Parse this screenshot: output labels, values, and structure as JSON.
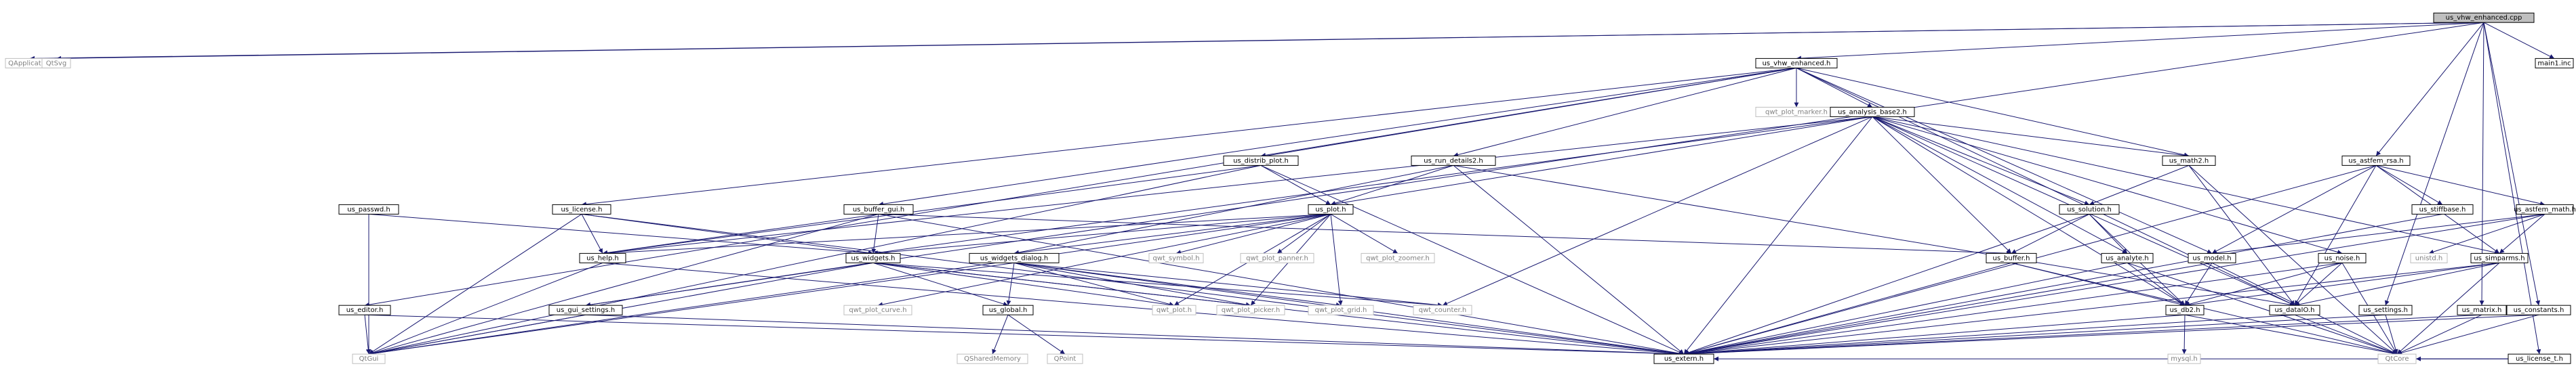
{
  "diagram": {
    "type": "include-dependency-graph",
    "root": "us_vhw_enhanced.cpp",
    "nodes": [
      {
        "id": "root",
        "label": "us_vhw_enhanced.cpp",
        "kind": "root"
      },
      {
        "id": "qapp",
        "label": "QApplication",
        "kind": "ext"
      },
      {
        "id": "qtsvg",
        "label": "QtSvg",
        "kind": "ext"
      },
      {
        "id": "enh_h",
        "label": "us_vhw_enhanced.h",
        "kind": "doc"
      },
      {
        "id": "astfem_rsa",
        "label": "us_astfem_rsa.h",
        "kind": "doc"
      },
      {
        "id": "main1",
        "label": "main1.inc",
        "kind": "doc"
      },
      {
        "id": "marker",
        "label": "qwt_plot_marker.h",
        "kind": "ext"
      },
      {
        "id": "analysis",
        "label": "us_analysis_base2.h",
        "kind": "doc"
      },
      {
        "id": "distrib",
        "label": "us_distrib_plot.h",
        "kind": "doc"
      },
      {
        "id": "rundet",
        "label": "us_run_details2.h",
        "kind": "doc"
      },
      {
        "id": "math2",
        "label": "us_math2.h",
        "kind": "doc"
      },
      {
        "id": "passwd",
        "label": "us_passwd.h",
        "kind": "doc"
      },
      {
        "id": "license",
        "label": "us_license.h",
        "kind": "doc"
      },
      {
        "id": "bufgui",
        "label": "us_buffer_gui.h",
        "kind": "doc"
      },
      {
        "id": "plot",
        "label": "us_plot.h",
        "kind": "doc"
      },
      {
        "id": "solution",
        "label": "us_solution.h",
        "kind": "doc"
      },
      {
        "id": "stiff",
        "label": "us_stiffbase.h",
        "kind": "doc"
      },
      {
        "id": "astmath",
        "label": "us_astfem_math.h",
        "kind": "doc"
      },
      {
        "id": "help",
        "label": "us_help.h",
        "kind": "doc"
      },
      {
        "id": "widgets",
        "label": "us_widgets.h",
        "kind": "doc"
      },
      {
        "id": "wdialog",
        "label": "us_widgets_dialog.h",
        "kind": "doc"
      },
      {
        "id": "symbol",
        "label": "qwt_symbol.h",
        "kind": "ext"
      },
      {
        "id": "panner",
        "label": "qwt_plot_panner.h",
        "kind": "ext"
      },
      {
        "id": "zoomer",
        "label": "qwt_plot_zoomer.h",
        "kind": "ext"
      },
      {
        "id": "buffer",
        "label": "us_buffer.h",
        "kind": "doc"
      },
      {
        "id": "analyte",
        "label": "us_analyte.h",
        "kind": "doc"
      },
      {
        "id": "model",
        "label": "us_model.h",
        "kind": "doc"
      },
      {
        "id": "noise",
        "label": "us_noise.h",
        "kind": "doc"
      },
      {
        "id": "unistd",
        "label": "unistd.h",
        "kind": "ext"
      },
      {
        "id": "simparms",
        "label": "us_simparms.h",
        "kind": "doc"
      },
      {
        "id": "editor",
        "label": "us_editor.h",
        "kind": "doc"
      },
      {
        "id": "guiset",
        "label": "us_gui_settings.h",
        "kind": "doc"
      },
      {
        "id": "curve",
        "label": "qwt_plot_curve.h",
        "kind": "ext"
      },
      {
        "id": "global",
        "label": "us_global.h",
        "kind": "doc"
      },
      {
        "id": "qwtplot",
        "label": "qwt_plot.h",
        "kind": "ext"
      },
      {
        "id": "picker",
        "label": "qwt_plot_picker.h",
        "kind": "ext"
      },
      {
        "id": "grid",
        "label": "qwt_plot_grid.h",
        "kind": "ext"
      },
      {
        "id": "counter",
        "label": "qwt_counter.h",
        "kind": "ext"
      },
      {
        "id": "db2",
        "label": "us_db2.h",
        "kind": "doc"
      },
      {
        "id": "dataio",
        "label": "us_dataIO.h",
        "kind": "doc"
      },
      {
        "id": "settings",
        "label": "us_settings.h",
        "kind": "doc"
      },
      {
        "id": "matrix",
        "label": "us_matrix.h",
        "kind": "doc"
      },
      {
        "id": "consts",
        "label": "us_constants.h",
        "kind": "doc"
      },
      {
        "id": "lict",
        "label": "us_license_t.h",
        "kind": "doc"
      },
      {
        "id": "qtgui",
        "label": "QtGui",
        "kind": "ext"
      },
      {
        "id": "shmem",
        "label": "QSharedMemory",
        "kind": "ext"
      },
      {
        "id": "qpoint",
        "label": "QPoint",
        "kind": "ext"
      },
      {
        "id": "extern",
        "label": "us_extern.h",
        "kind": "doc"
      },
      {
        "id": "mysql",
        "label": "mysql.h",
        "kind": "ext"
      },
      {
        "id": "qtcore",
        "label": "QtCore",
        "kind": "ext"
      }
    ],
    "edges": [
      [
        "root",
        "qapp"
      ],
      [
        "root",
        "qtsvg"
      ],
      [
        "root",
        "enh_h"
      ],
      [
        "root",
        "astfem_rsa"
      ],
      [
        "root",
        "main1"
      ],
      [
        "root",
        "consts"
      ],
      [
        "root",
        "matrix"
      ],
      [
        "root",
        "lict"
      ],
      [
        "root",
        "settings"
      ],
      [
        "root",
        "guiset"
      ],
      [
        "enh_h",
        "marker"
      ],
      [
        "enh_h",
        "analysis"
      ],
      [
        "enh_h",
        "distrib"
      ],
      [
        "enh_h",
        "rundet"
      ],
      [
        "enh_h",
        "math2"
      ],
      [
        "enh_h",
        "model"
      ],
      [
        "enh_h",
        "dataio"
      ],
      [
        "enh_h",
        "editor"
      ],
      [
        "enh_h",
        "bufgui"
      ],
      [
        "enh_h",
        "license"
      ],
      [
        "analysis",
        "plot"
      ],
      [
        "analysis",
        "math2"
      ],
      [
        "analysis",
        "help"
      ],
      [
        "analysis",
        "widgets"
      ],
      [
        "analysis",
        "counter"
      ],
      [
        "analysis",
        "extern"
      ],
      [
        "analysis",
        "db2"
      ],
      [
        "analysis",
        "buffer"
      ],
      [
        "analysis",
        "analyte"
      ],
      [
        "analysis",
        "noise"
      ],
      [
        "analysis",
        "dataio"
      ],
      [
        "analysis",
        "simparms"
      ],
      [
        "analysis",
        "solution"
      ],
      [
        "distrib",
        "plot"
      ],
      [
        "distrib",
        "help"
      ],
      [
        "distrib",
        "qtgui"
      ],
      [
        "distrib",
        "extern"
      ],
      [
        "rundet",
        "wdialog"
      ],
      [
        "rundet",
        "plot"
      ],
      [
        "rundet",
        "dataio"
      ],
      [
        "rundet",
        "extern"
      ],
      [
        "math2",
        "solution"
      ],
      [
        "math2",
        "dataio"
      ],
      [
        "math2",
        "qtcore"
      ],
      [
        "passwd",
        "widgets"
      ],
      [
        "passwd",
        "qtgui"
      ],
      [
        "license",
        "help"
      ],
      [
        "license",
        "widgets"
      ],
      [
        "license",
        "extern"
      ],
      [
        "license",
        "qtgui"
      ],
      [
        "bufgui",
        "help"
      ],
      [
        "bufgui",
        "widgets"
      ],
      [
        "bufgui",
        "buffer"
      ],
      [
        "bufgui",
        "extern"
      ],
      [
        "bufgui",
        "qtgui"
      ],
      [
        "plot",
        "wdialog"
      ],
      [
        "plot",
        "widgets"
      ],
      [
        "plot",
        "symbol"
      ],
      [
        "plot",
        "panner"
      ],
      [
        "plot",
        "zoomer"
      ],
      [
        "plot",
        "curve"
      ],
      [
        "plot",
        "qwtplot"
      ],
      [
        "plot",
        "picker"
      ],
      [
        "plot",
        "grid"
      ],
      [
        "plot",
        "help"
      ],
      [
        "plot",
        "qtgui"
      ],
      [
        "solution",
        "buffer"
      ],
      [
        "solution",
        "analyte"
      ],
      [
        "solution",
        "db2"
      ],
      [
        "solution",
        "extern"
      ],
      [
        "astfem_rsa",
        "stiff"
      ],
      [
        "astfem_rsa",
        "astmath"
      ],
      [
        "astfem_rsa",
        "model"
      ],
      [
        "astfem_rsa",
        "simparms"
      ],
      [
        "astfem_rsa",
        "dataio"
      ],
      [
        "astfem_rsa",
        "extern"
      ],
      [
        "stiff",
        "extern"
      ],
      [
        "astmath",
        "unistd"
      ],
      [
        "astmath",
        "model"
      ],
      [
        "astmath",
        "simparms"
      ],
      [
        "astmath",
        "extern"
      ],
      [
        "help",
        "qtgui"
      ],
      [
        "help",
        "extern"
      ],
      [
        "widgets",
        "guiset"
      ],
      [
        "widgets",
        "qwtplot"
      ],
      [
        "widgets",
        "picker"
      ],
      [
        "widgets",
        "counter"
      ],
      [
        "widgets",
        "global"
      ],
      [
        "widgets",
        "extern"
      ],
      [
        "widgets",
        "qtgui"
      ],
      [
        "wdialog",
        "global"
      ],
      [
        "wdialog",
        "qwtplot"
      ],
      [
        "wdialog",
        "picker"
      ],
      [
        "wdialog",
        "grid"
      ],
      [
        "wdialog",
        "counter"
      ],
      [
        "wdialog",
        "extern"
      ],
      [
        "wdialog",
        "qtgui"
      ],
      [
        "buffer",
        "db2"
      ],
      [
        "buffer",
        "extern"
      ],
      [
        "buffer",
        "qtcore"
      ],
      [
        "analyte",
        "db2"
      ],
      [
        "analyte",
        "extern"
      ],
      [
        "analyte",
        "qtcore"
      ],
      [
        "model",
        "db2"
      ],
      [
        "model",
        "extern"
      ],
      [
        "model",
        "qtcore"
      ],
      [
        "noise",
        "dataio"
      ],
      [
        "noise",
        "db2"
      ],
      [
        "noise",
        "extern"
      ],
      [
        "noise",
        "qtcore"
      ],
      [
        "simparms",
        "dataio"
      ],
      [
        "simparms",
        "db2"
      ],
      [
        "simparms",
        "extern"
      ],
      [
        "simparms",
        "qtcore"
      ],
      [
        "editor",
        "extern"
      ],
      [
        "editor",
        "qtgui"
      ],
      [
        "guiset",
        "extern"
      ],
      [
        "guiset",
        "qtgui"
      ],
      [
        "global",
        "shmem"
      ],
      [
        "global",
        "qpoint"
      ],
      [
        "db2",
        "extern"
      ],
      [
        "db2",
        "mysql"
      ],
      [
        "db2",
        "qtcore"
      ],
      [
        "dataio",
        "extern"
      ],
      [
        "dataio",
        "qtcore"
      ],
      [
        "settings",
        "extern"
      ],
      [
        "settings",
        "qtcore"
      ],
      [
        "matrix",
        "extern"
      ],
      [
        "matrix",
        "qtcore"
      ],
      [
        "consts",
        "extern"
      ],
      [
        "consts",
        "qtcore"
      ],
      [
        "lict",
        "extern"
      ],
      [
        "lict",
        "qtcore"
      ]
    ],
    "colors": {
      "edge": "#191970",
      "root_fill": "#bfbfbf",
      "node_fill": "#ffffff",
      "node_stroke": "#000000",
      "external_stroke": "#bfbfbf",
      "external_text": "#808080"
    }
  }
}
